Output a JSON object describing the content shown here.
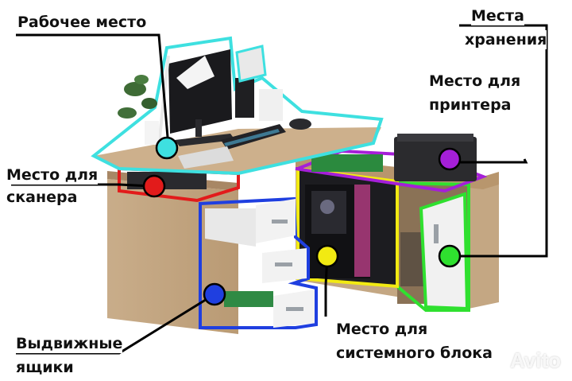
{
  "callouts": {
    "workspace": "Рабочее место",
    "storage_line1": "Места",
    "storage_line2": "хранения",
    "printer_line1": "Место для",
    "printer_line2": "принтера",
    "scanner_line1": "Место для",
    "scanner_line2": "сканера",
    "drawers_line1": "Выдвижные",
    "drawers_line2": "ящики",
    "system_unit_line1": "Место для",
    "system_unit_line2": "системного блока"
  },
  "marker_colors": {
    "workspace": "#3ee0e0",
    "scanner": "#e21b1b",
    "drawers": "#1f3fe0",
    "system_unit": "#f2ea12",
    "printer": "#a51fd8",
    "storage": "#2fe02f"
  },
  "watermark": "Avito"
}
